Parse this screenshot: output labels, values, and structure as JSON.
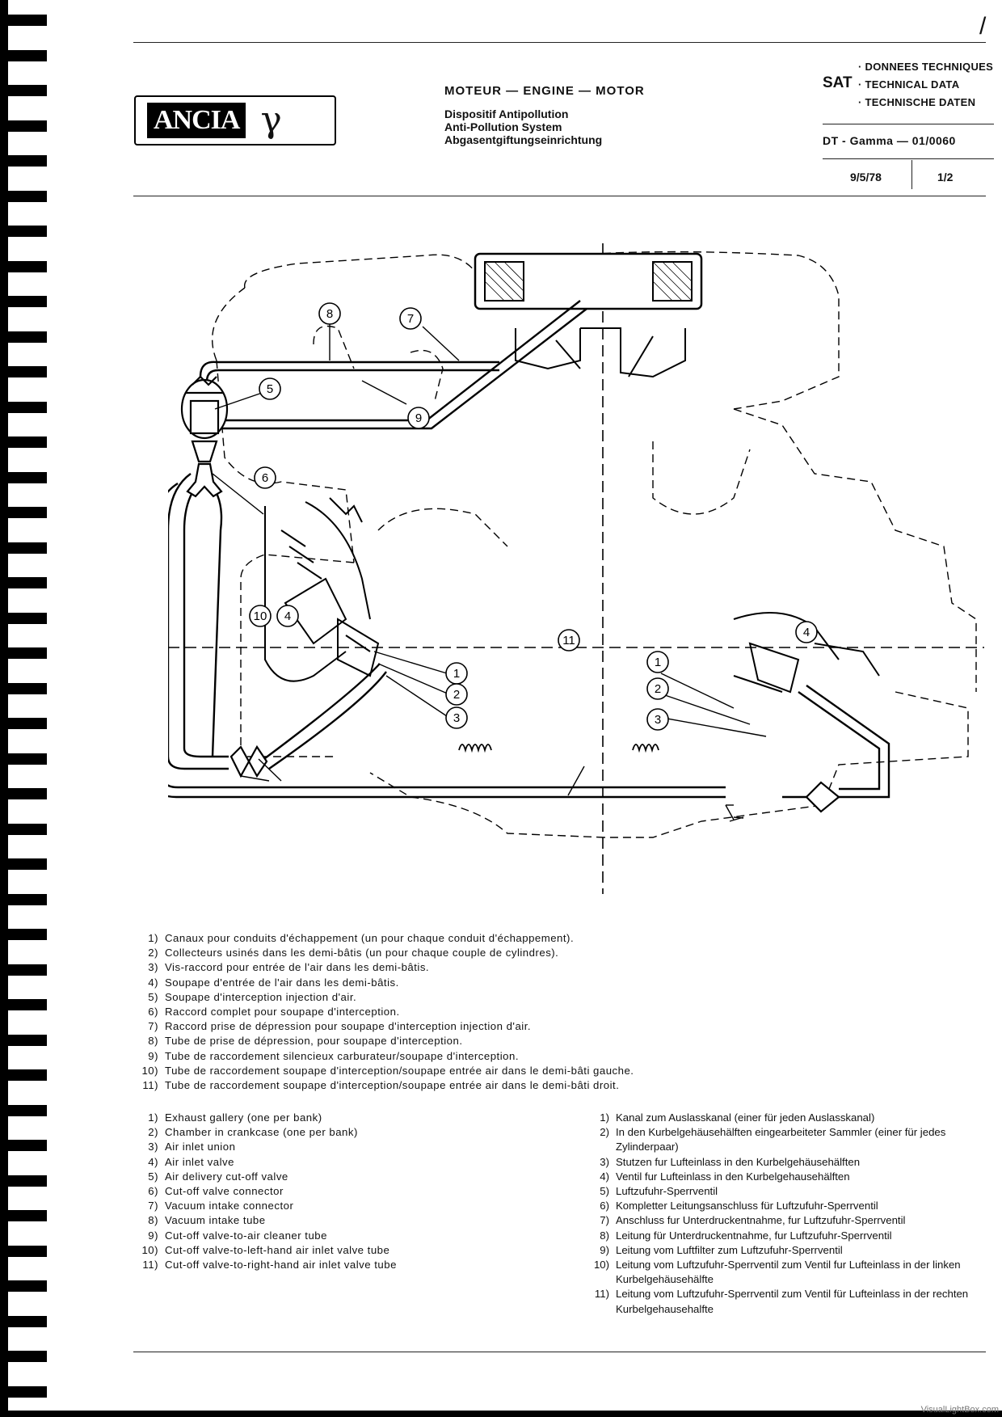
{
  "header": {
    "logo_text": "ANCIA",
    "logo_symbol": "γ",
    "title": "MOTEUR — ENGINE — MOTOR",
    "subtitles": [
      "Dispositif Antipollution",
      "Anti-Pollution System",
      "Abgasentgiftungseinrichtung"
    ],
    "sat": "SAT",
    "sat_lines": [
      "· DONNEES TECHNIQUES",
      "· TECHNICAL DATA",
      "· TECHNISCHE DATEN"
    ],
    "doc_ref": "DT - Gamma — 01/0060",
    "date": "9/5/78",
    "page": "1/2",
    "corner_mark": "/"
  },
  "diagram": {
    "callouts": [
      "1",
      "2",
      "3",
      "4",
      "5",
      "6",
      "7",
      "8",
      "9",
      "10",
      "11"
    ]
  },
  "legend_fr": [
    {
      "n": "1)",
      "t": "Canaux pour conduits d'échappement (un pour chaque conduit d'échappement)."
    },
    {
      "n": "2)",
      "t": "Collecteurs usinés dans les demi-bâtis (un pour chaque couple de cylindres)."
    },
    {
      "n": "3)",
      "t": "Vis-raccord pour entrée de l'air dans les demi-bâtis."
    },
    {
      "n": "4)",
      "t": "Soupape d'entrée de l'air dans les demi-bâtis."
    },
    {
      "n": "5)",
      "t": "Soupape d'interception injection d'air."
    },
    {
      "n": "6)",
      "t": "Raccord complet pour soupape d'interception."
    },
    {
      "n": "7)",
      "t": "Raccord prise de dépression pour soupape d'interception injection d'air."
    },
    {
      "n": "8)",
      "t": "Tube de prise de dépression, pour soupape d'interception."
    },
    {
      "n": "9)",
      "t": "Tube de raccordement silencieux carburateur/soupape d'interception."
    },
    {
      "n": "10)",
      "t": "Tube de raccordement soupape d'interception/soupape entrée air dans le demi-bâti gauche."
    },
    {
      "n": "11)",
      "t": "Tube de raccordement soupape d'interception/soupape entrée air dans le demi-bâti droit."
    }
  ],
  "legend_en": [
    {
      "n": "1)",
      "t": "Exhaust gallery (one per bank)"
    },
    {
      "n": "2)",
      "t": "Chamber in crankcase (one per bank)"
    },
    {
      "n": "3)",
      "t": "Air inlet union"
    },
    {
      "n": "4)",
      "t": "Air inlet valve"
    },
    {
      "n": "5)",
      "t": "Air delivery cut-off valve"
    },
    {
      "n": "6)",
      "t": "Cut-off valve connector"
    },
    {
      "n": "7)",
      "t": "Vacuum intake connector"
    },
    {
      "n": "8)",
      "t": "Vacuum intake tube"
    },
    {
      "n": "9)",
      "t": "Cut-off valve-to-air cleaner tube"
    },
    {
      "n": "10)",
      "t": "Cut-off valve-to-left-hand air inlet valve tube"
    },
    {
      "n": "11)",
      "t": "Cut-off valve-to-right-hand air inlet valve tube"
    }
  ],
  "legend_de": [
    {
      "n": "1)",
      "t": "Kanal zum Auslasskanal (einer für jeden Auslasskanal)"
    },
    {
      "n": "2)",
      "t": "In den Kurbelgehäusehälften eingearbeiteter Sammler (einer für jedes Zylinderpaar)"
    },
    {
      "n": "3)",
      "t": "Stutzen fur Lufteinlass in den Kurbelgehäusehälften"
    },
    {
      "n": "4)",
      "t": "Ventil fur Lufteinlass in den Kurbelgehausehälften"
    },
    {
      "n": "5)",
      "t": "Luftzufuhr-Sperrventil"
    },
    {
      "n": "6)",
      "t": "Kompletter Leitungsanschluss für Luftzufuhr-Sperrventil"
    },
    {
      "n": "7)",
      "t": "Anschluss fur Unterdruckentnahme, fur Luftzufuhr-Sperrventil"
    },
    {
      "n": "8)",
      "t": "Leitung für Unterdruckentnahme, fur Luftzufuhr-Sperrventil"
    },
    {
      "n": "9)",
      "t": "Leitung vom Luftfilter zum Luftzufuhr-Sperrventil"
    },
    {
      "n": "10)",
      "t": "Leitung vom Luftzufuhr-Sperrventil zum Ventil fur Lufteinlass in der linken Kurbelgehäusehälfte"
    },
    {
      "n": "11)",
      "t": "Leitung vom Luftzufuhr-Sperrventil zum Ventil für Lufteinlass in der rechten Kurbelgehausehalfte"
    }
  ],
  "watermark": "VisualLightBox.com"
}
